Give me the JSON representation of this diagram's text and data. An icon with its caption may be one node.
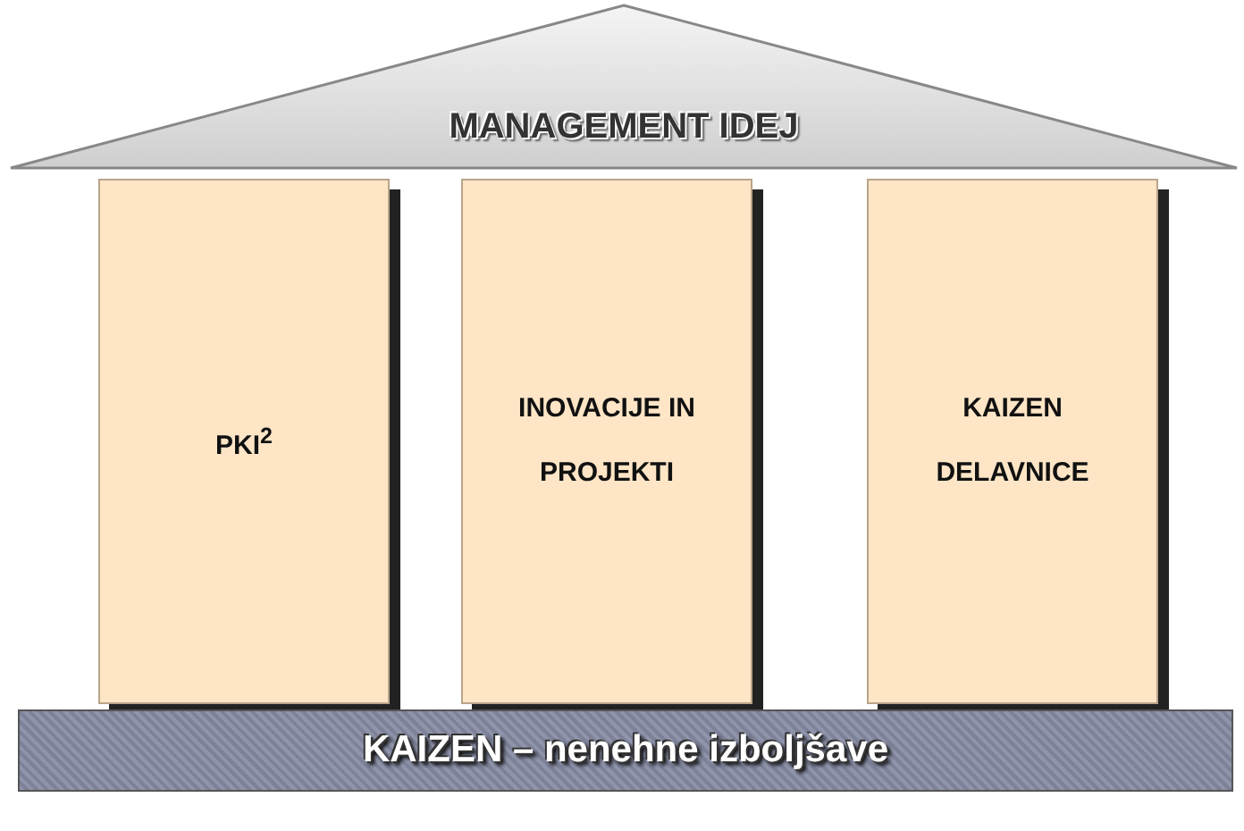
{
  "diagram": {
    "nodes": [
      {
        "text": [
          "MANAGEMENT IDEJ"
        ]
      },
      {
        "text": [
          "PKI$^{2}$"
        ]
      },
      {
        "text": [
          "INOVACIJE IN PROJEKTI"
        ]
      },
      {
        "text": [
          "KAIZEN DELAVNICE"
        ]
      },
      {
        "text": [
          "KAIZEN – nenehne izboljšave"
        ]
      }
    ],
    "edges": []
  }
}
